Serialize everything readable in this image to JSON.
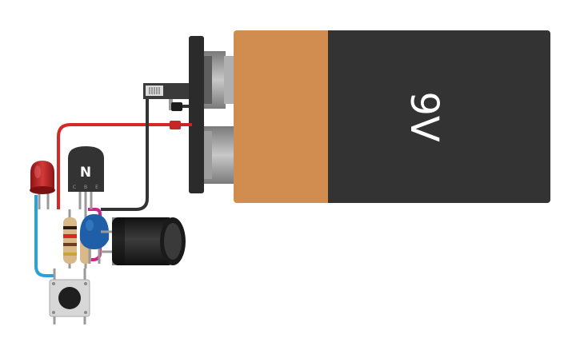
{
  "battery": {
    "label": "9V"
  },
  "transistor": {
    "type_letter": "N",
    "pins": [
      "C",
      "B",
      "E"
    ]
  },
  "colors": {
    "battery_body": "#333333",
    "battery_band": "#d18c4f",
    "wire_red": "#d42a26",
    "wire_black": "#333333",
    "wire_blue": "#2aa1d8",
    "wire_magenta": "#c9268c",
    "led": "#b31f1f",
    "capacitor_ceramic": "#1f5fa8",
    "capacitor_electrolytic": "#222222"
  }
}
